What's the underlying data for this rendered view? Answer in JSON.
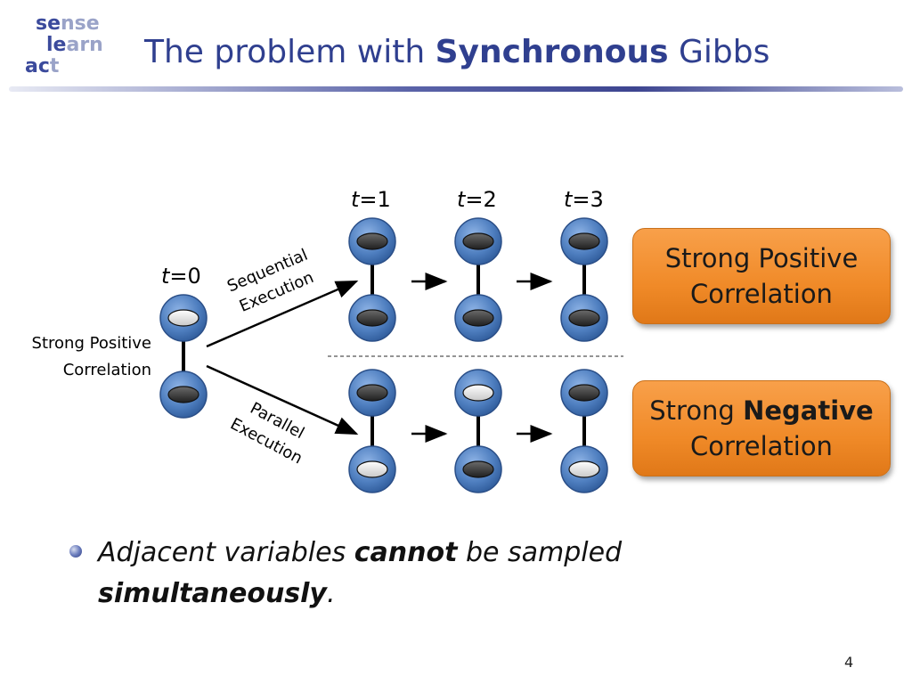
{
  "logo": {
    "line1_a": "se",
    "line1_b": "nse",
    "line2_a": "le",
    "line2_b": "arn",
    "line3_a": "ac",
    "line3_b": "t"
  },
  "title": {
    "prefix": "The problem with ",
    "bold": "Synchronous",
    "suffix": " Gibbs"
  },
  "time_labels": {
    "t0": {
      "var": "t",
      "val": "=0"
    },
    "t1": {
      "var": "t",
      "val": "=1"
    },
    "t2": {
      "var": "t",
      "val": "=2"
    },
    "t3": {
      "var": "t",
      "val": "=3"
    }
  },
  "left_label": {
    "line1": "Strong Positive",
    "line2": "Correlation"
  },
  "sequential_label": {
    "line1": "Sequential",
    "line2": "Execution"
  },
  "parallel_label": {
    "line1": "Parallel",
    "line2": "Execution"
  },
  "box_positive": {
    "line1": "Strong Positive",
    "line2": "Correlation"
  },
  "box_negative": {
    "line1_prefix": "Strong ",
    "line1_bold": "Negative",
    "line2": "Correlation"
  },
  "bullet": {
    "part1": "Adjacent variables ",
    "bold1": "cannot",
    "part2": " be sampled ",
    "bold2": "simultaneously",
    "part3": "."
  },
  "page_number": "4",
  "nodes": {
    "initial": [
      "white",
      "dark"
    ],
    "sequential": [
      [
        "dark",
        "dark"
      ],
      [
        "dark",
        "dark"
      ],
      [
        "dark",
        "dark"
      ]
    ],
    "parallel": [
      [
        "dark",
        "white"
      ],
      [
        "white",
        "dark"
      ],
      [
        "dark",
        "white"
      ]
    ]
  },
  "colors": {
    "title": "#2f3f8f",
    "node_ring": "#4f7fc0",
    "node_dark": "#3a3a3a",
    "node_white": "#f2f2f2",
    "box": "#f08a28"
  }
}
